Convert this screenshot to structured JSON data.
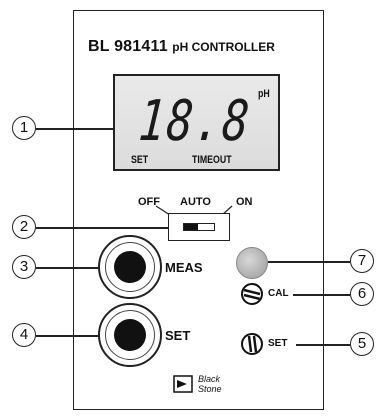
{
  "device": {
    "model": "BL 981411",
    "subtitle": "pH CONTROLLER"
  },
  "display": {
    "value": "18.8",
    "unit": "pH",
    "indicator_set": "SET",
    "indicator_timeout": "TIMEOUT"
  },
  "mode_switch": {
    "labels": {
      "off": "OFF",
      "auto": "AUTO",
      "on": "ON"
    },
    "selected": "OFF"
  },
  "buttons": {
    "meas": "MEAS",
    "set": "SET",
    "cal_trim": "CAL",
    "set_trim": "SET"
  },
  "callouts": [
    "1",
    "2",
    "3",
    "4",
    "5",
    "6",
    "7"
  ],
  "logo": {
    "line1": "Black",
    "line2": "Stone"
  },
  "colors": {
    "led": "#b5b5b5",
    "ink": "#111111",
    "lcd_background": "#e3e3e3"
  }
}
